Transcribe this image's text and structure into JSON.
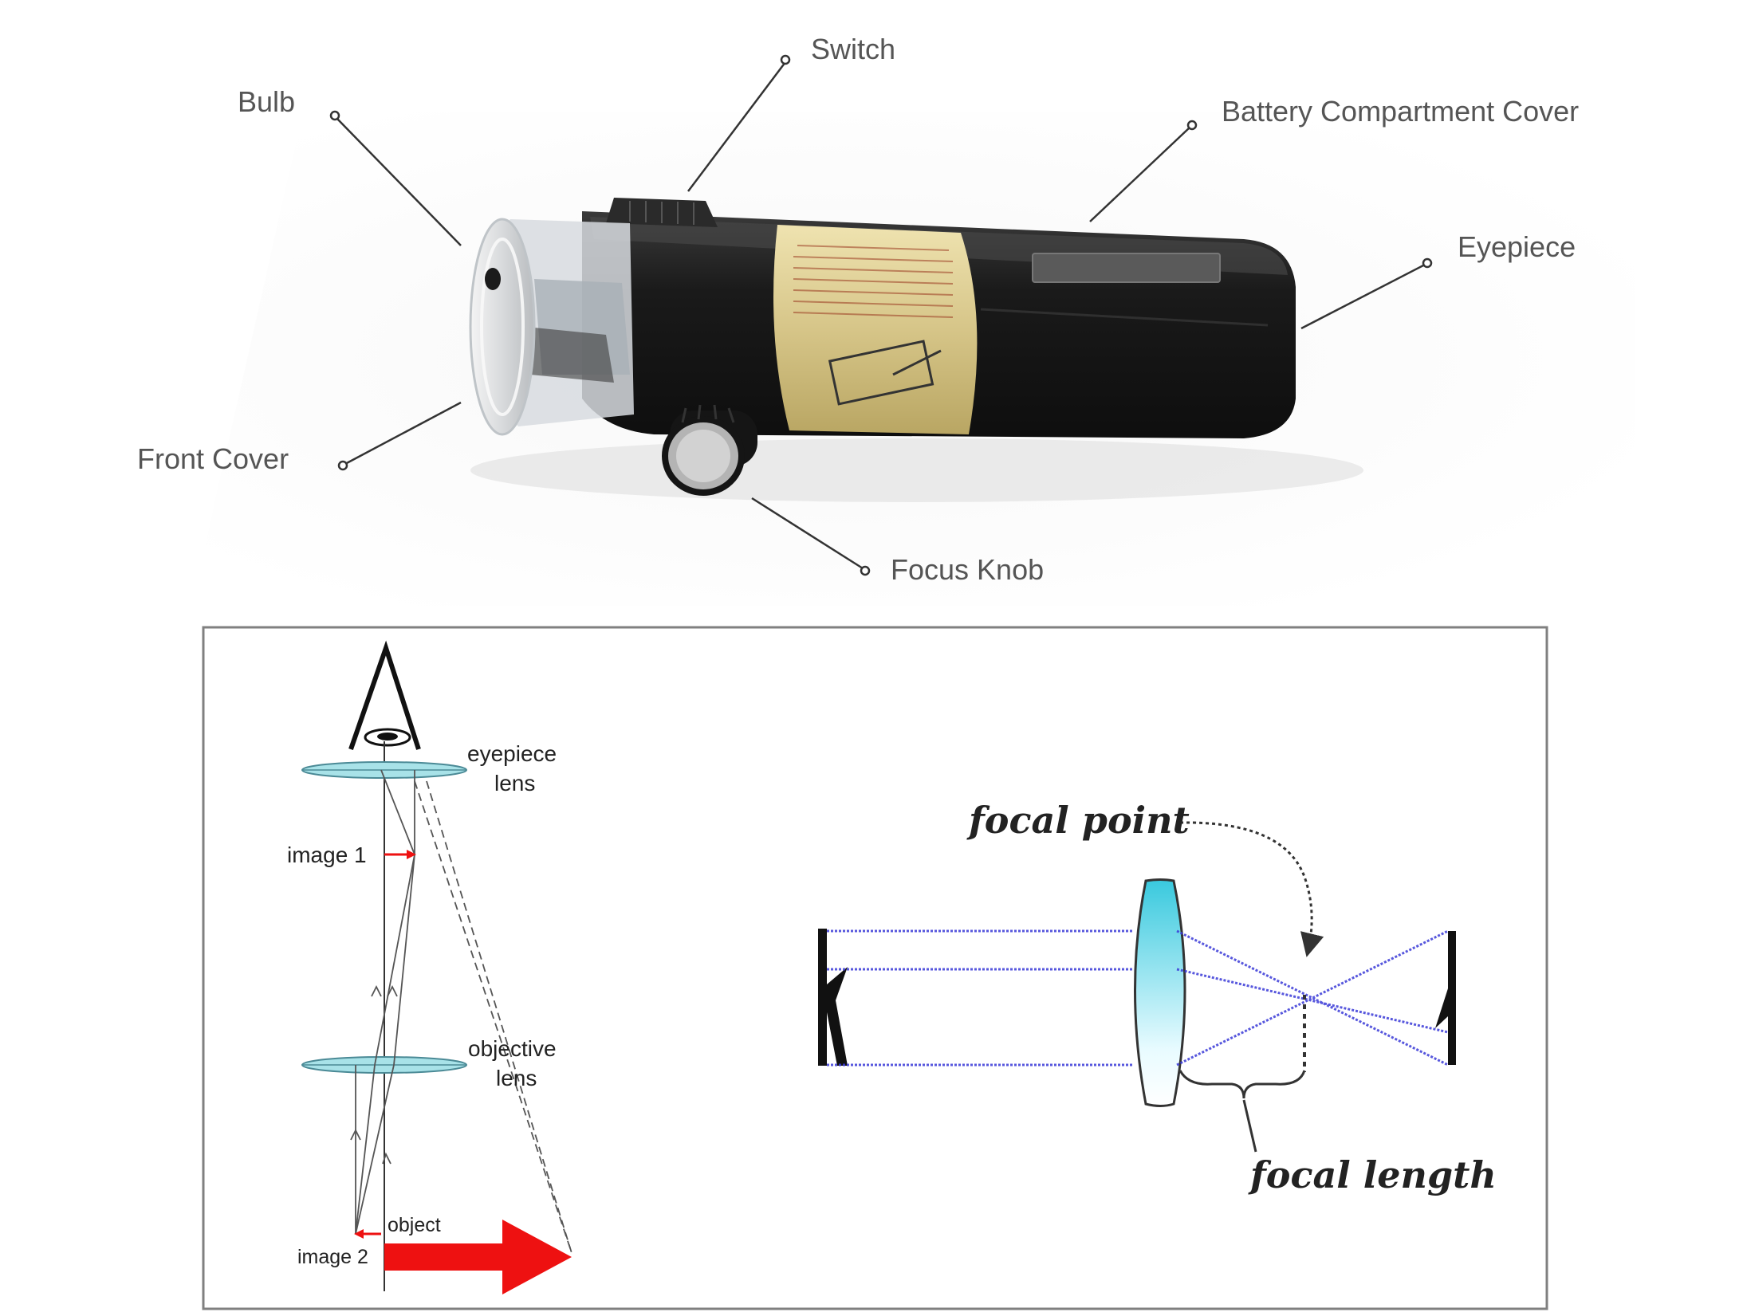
{
  "device": {
    "labels": {
      "switch": "Switch",
      "bulb": "Bulb",
      "battery_cover": "Battery Compartment Cover",
      "eyepiece": "Eyepiece",
      "front_cover": "Front Cover",
      "focus_knob": "Focus Knob"
    }
  },
  "microscope_diagram": {
    "eyepiece_lens_line1": "eyepiece",
    "eyepiece_lens_line2": "lens",
    "image1": "image 1",
    "objective_lens_line1": "objective",
    "objective_lens_line2": "lens",
    "object": "object",
    "image2": "image 2"
  },
  "lens_diagram": {
    "focal_point": "focal point",
    "focal_length": "focal length"
  },
  "colors": {
    "ray_blue": "#3a3ad8",
    "lens_cyan": "#4fd0e0",
    "arrow_red": "#ee1111",
    "label_gray": "#555555",
    "device_body": "#1e1e1e",
    "device_band": "#d8c98a"
  }
}
